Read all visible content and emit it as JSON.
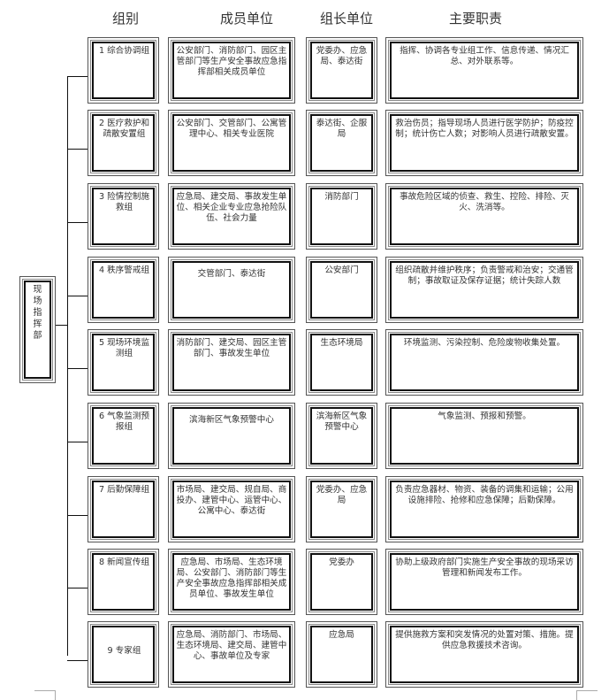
{
  "headers": {
    "group": "组别",
    "members": "成员单位",
    "leader": "组长单位",
    "duties": "主要职责"
  },
  "command": {
    "label": "现\n场\n指\n挥\n部"
  },
  "groups": [
    {
      "name": "1 综合协调组",
      "members": "公安部门、消防部门、园区主管部门等生产安全事故应急指挥部相关成员单位",
      "leader": "党委办、应急局、泰达街",
      "duties": "指挥、协调各专业组工作、信息传递、情况汇总、对外联系等。"
    },
    {
      "name": "2 医疗救护和疏散安置组",
      "members": "公安部门、交管部门、公寓管理中心、相关专业医院",
      "leader": "泰达街、企服局",
      "duties": "救治伤员；指导现场人员进行医学防护；防疫控制；统计伤亡人数；对影响人员进行疏散安置。"
    },
    {
      "name": "3 险情控制施救组",
      "members": "应急局、建交局、事故发生单位、相关企业专业应急抢险队伍、社会力量",
      "leader": "消防部门",
      "duties": "事故危险区域的侦查、救生、控险、排险、灭火、洗消等。"
    },
    {
      "name": "4 秩序警戒组",
      "members": "交管部门、泰达街",
      "leader": "公安部门",
      "duties": "组织疏散并维护秩序；负责警戒和治安；交通管制；事故取证及保存证据；统计失踪人数"
    },
    {
      "name": "5 现场环境监测组",
      "members": "消防部门、建交局、园区主管部门、事故发生单位",
      "leader": "生态环境局",
      "duties": "环境监测、污染控制、危险废物收集处置。"
    },
    {
      "name": "6 气象监测预报组",
      "members": "滨海新区气象预警中心",
      "leader": "滨海新区气象预警中心",
      "duties": "气象监测、预报和预警。"
    },
    {
      "name": "7 后勤保障组",
      "members": "市场局、建交局、规自局、商投办、建管中心、运管中心、公寓中心、泰达街",
      "leader": "党委办、应急局",
      "duties": "负责应急器材、物资、装备的调集和运输；公用设施排险、抢修和应急保障；后勤保障。"
    },
    {
      "name": "8 新闻宣传组",
      "members": "应急局、市场局、生态环境局、公安部门、消防部门等生产安全事故应急指挥部相关成员单位、事故发生单位",
      "leader": "党委办",
      "duties": "协助上级政府部门实施生产安全事故的现场采访管理和新闻发布工作。"
    },
    {
      "name": "9 专家组",
      "members": "应急局、消防部门、市场局、生态环境局、建交局、建管中心、事故单位及专家",
      "leader": "应急局",
      "duties": "提供施救方案和突发情况的处置对策、措施。提供应急救援技术咨询。"
    }
  ]
}
